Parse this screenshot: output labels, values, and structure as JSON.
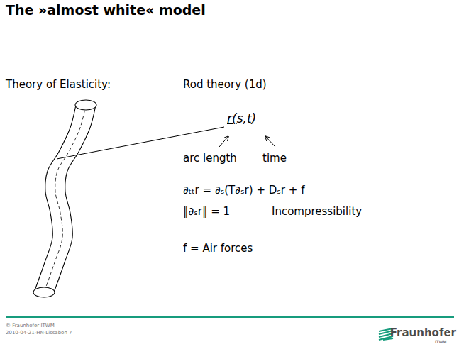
{
  "diagram": {
    "title": "The »almost white« model",
    "labels": [
      "Theory of Elasticity:",
      "Rod theory (1d)",
      "r(s,t)",
      "arc length",
      "time",
      "∂ₜₜr = ∂ₛ(T∂ₛr) + Dₛr + f",
      "‖∂ₛr‖ = 1",
      "Incompressibility",
      "f = Air forces",
      "© Fraunhofer ITWM",
      "2010-04-21-HN-Lissabon 7",
      "Fraunhofer",
      "ITWM"
    ]
  }
}
